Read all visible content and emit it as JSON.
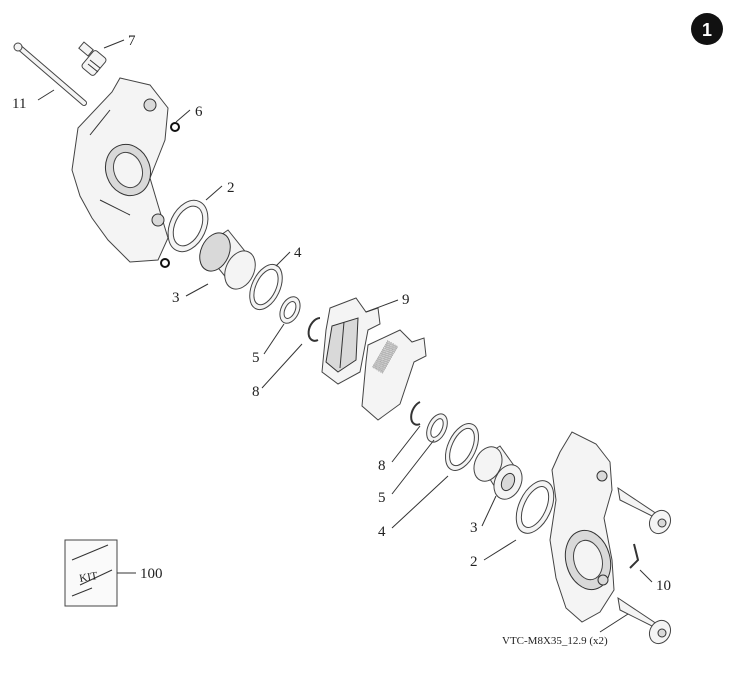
{
  "badge": "1",
  "labels": {
    "p7": "7",
    "p11": "11",
    "p6": "6",
    "p2a": "2",
    "p4a": "4",
    "p3a": "3",
    "p9": "9",
    "p5a": "5",
    "p8a": "8",
    "p8b": "8",
    "p5b": "5",
    "p4b": "4",
    "p3b": "3",
    "p2b": "2",
    "p10": "10",
    "p100": "100",
    "bolt": "VTC-M8X35_12.9 (x2)"
  },
  "kit_text": "KIT"
}
